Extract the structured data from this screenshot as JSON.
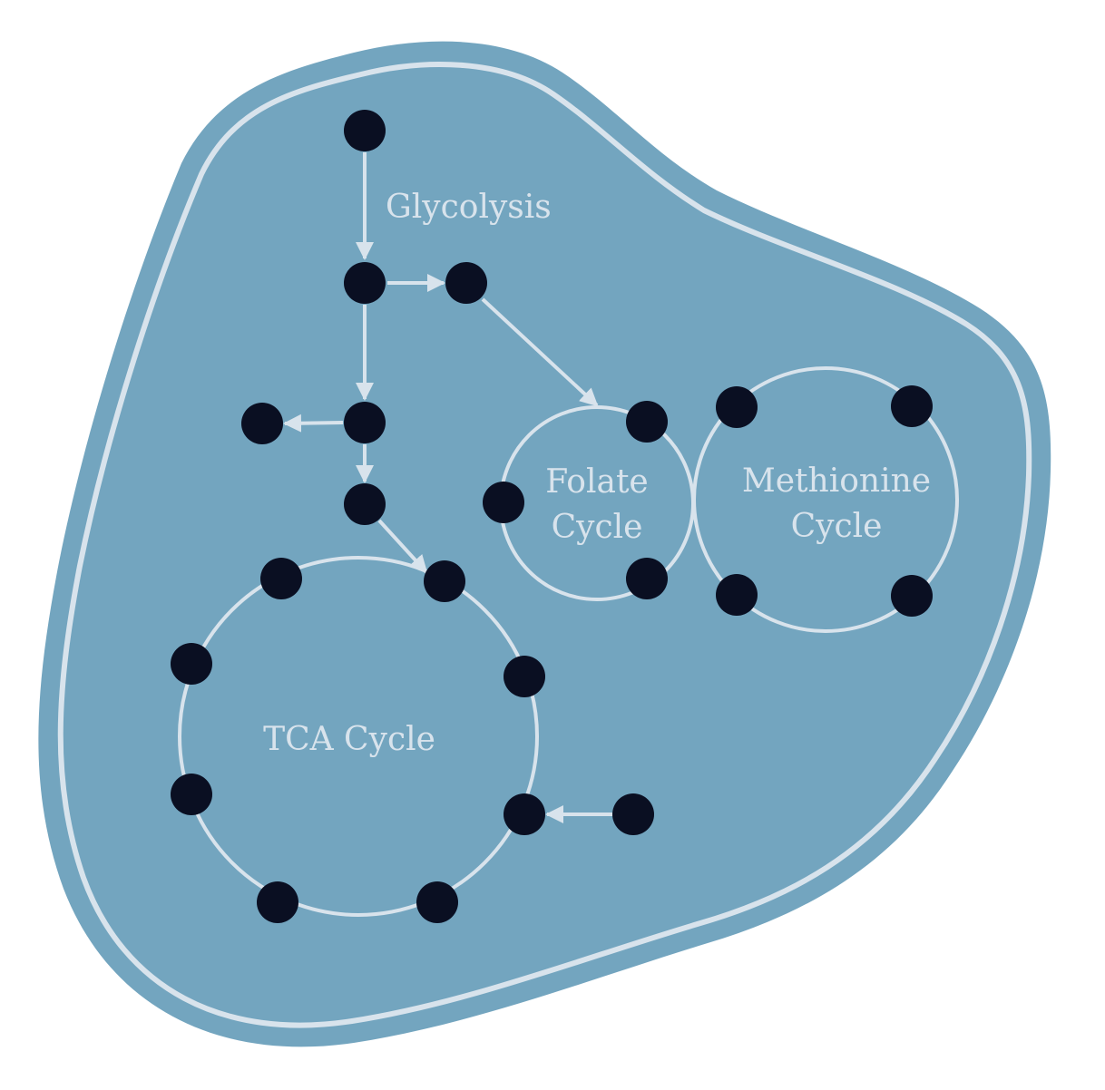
{
  "colors": {
    "cell_fill": "#73A5BF",
    "membrane": "#D8E3EC",
    "node": "#0A0F22",
    "line": "#D8E3EC",
    "background": "#FFFFFF"
  },
  "labels": {
    "glycolysis": "Glycolysis",
    "folate_line1": "Folate",
    "folate_line2": "Cycle",
    "methionine_line1": "Methionine",
    "methionine_line2": "Cycle",
    "tca": "TCA Cycle"
  }
}
